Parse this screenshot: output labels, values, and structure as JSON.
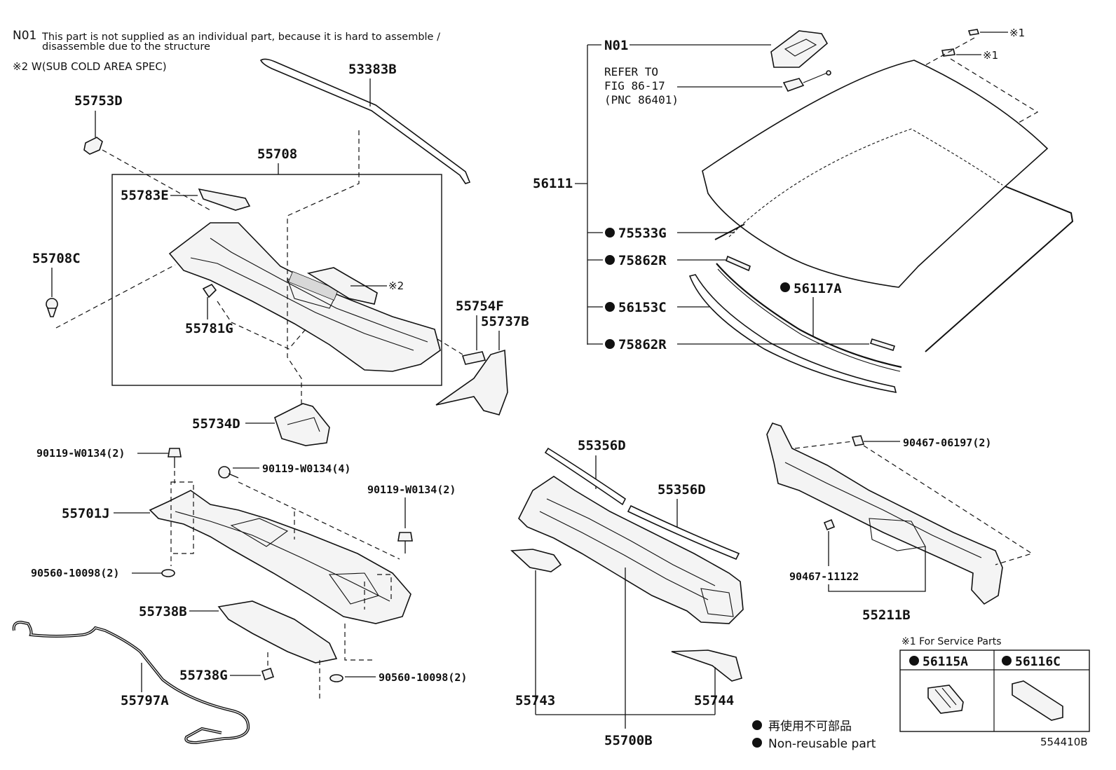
{
  "notes": {
    "n01_code": "N01",
    "n01_line1": "This part is not supplied as an individual part, because it is hard to assemble /",
    "n01_line2": "disassemble due to the structure",
    "note2": "※2 W(SUB COLD AREA SPEC)",
    "ref_line1": "REFER TO",
    "ref_line2": "FIG 86-17",
    "ref_line3": "(PNC 86401)",
    "service_title": "※1 For Service Parts",
    "mark1": "※1",
    "mark2": "※2",
    "legend_jp": "再使用不可部品",
    "legend_en": "Non-reusable part",
    "figure_id": "554410B"
  },
  "parts": {
    "p53383B": "53383B",
    "p55753D": "55753D",
    "p55708": "55708",
    "p55783E": "55783E",
    "p55708C": "55708C",
    "p55781G": "55781G",
    "p55754F": "55754F",
    "p55737B": "55737B",
    "p55734D": "55734D",
    "p90119a": "90119-W0134(2)",
    "p90119b": "90119-W0134(4)",
    "p90119c": "90119-W0134(2)",
    "p55701J": "55701J",
    "p90560a": "90560-10098(2)",
    "p55738B": "55738B",
    "p55738G": "55738G",
    "p90560b": "90560-10098(2)",
    "p55797A": "55797A",
    "pN01": "N01",
    "p56111": "56111",
    "p75533G": "75533G",
    "p75862Ra": "75862R",
    "p56153C": "56153C",
    "p56117A": "56117A",
    "p75862Rb": "75862R",
    "p55356Da": "55356D",
    "p55356Db": "55356D",
    "p55743": "55743",
    "p55744": "55744",
    "p55700B": "55700B",
    "p90467a": "90467-06197(2)",
    "p90467b": "90467-11122",
    "p55211B": "55211B",
    "p56115A": "56115A",
    "p56116C": "56116C"
  }
}
